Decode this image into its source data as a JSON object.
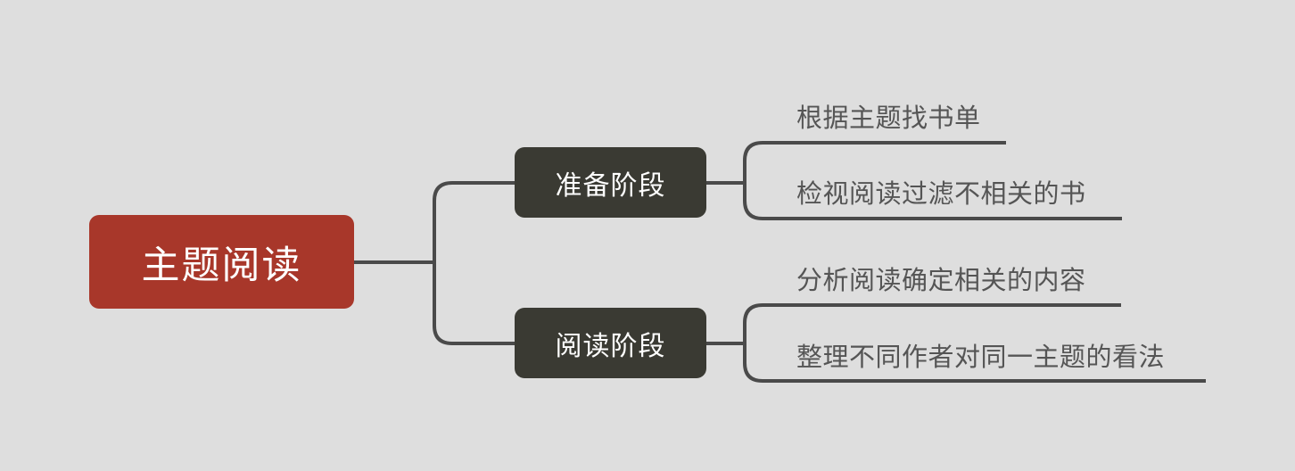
{
  "diagram": {
    "type": "mind-map",
    "title": "主题阅读",
    "background_color": "#dedede",
    "root": {
      "label": "主题阅读",
      "fill_color": "#a8372a",
      "text_color": "#ffffff"
    },
    "branches": [
      {
        "label": "准备阶段",
        "fill_color": "#3a3a33",
        "text_color": "#ffffff",
        "leaves": [
          {
            "label": "根据主题找书单"
          },
          {
            "label": "检视阅读过滤不相关的书"
          }
        ]
      },
      {
        "label": "阅读阶段",
        "fill_color": "#3a3a33",
        "text_color": "#ffffff",
        "leaves": [
          {
            "label": "分析阅读确定相关的内容"
          },
          {
            "label": "整理不同作者对同一主题的看法"
          }
        ]
      }
    ],
    "connector_color": "#4a4a4a"
  }
}
